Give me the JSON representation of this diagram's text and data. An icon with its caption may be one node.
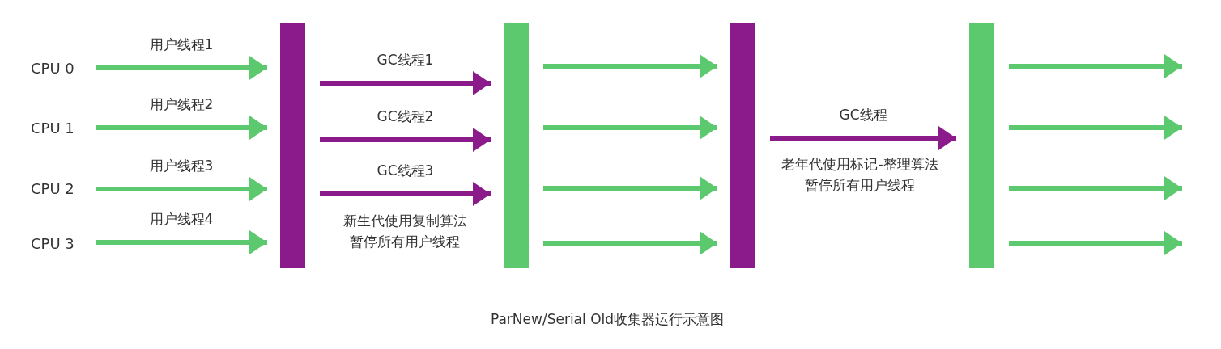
{
  "diagram": {
    "caption": "ParNew/Serial Old收集器运行示意图",
    "nodes": [
      {
        "text": [
          "CPU 0"
        ]
      },
      {
        "text": [
          "CPU 1"
        ]
      },
      {
        "text": [
          "CPU 2"
        ]
      },
      {
        "text": [
          "CPU 3"
        ]
      },
      {
        "text": [],
        "shape": "bar"
      },
      {
        "text": [],
        "shape": "bar"
      },
      {
        "text": [],
        "shape": "bar"
      },
      {
        "text": [],
        "shape": "bar"
      }
    ],
    "edges": [
      {
        "from": 0,
        "to": 4,
        "arrow": "to",
        "label": "用户线程1"
      },
      {
        "from": 1,
        "to": 4,
        "arrow": "to",
        "label": "用户线程2"
      },
      {
        "from": 2,
        "to": 4,
        "arrow": "to",
        "label": "用户线程3"
      },
      {
        "from": 3,
        "to": 4,
        "arrow": "to",
        "label": "用户线程4"
      },
      {
        "from": 4,
        "to": 5,
        "arrow": "to",
        "label": "GC线程1",
        "color": "#8b1a8b"
      },
      {
        "from": 4,
        "to": 5,
        "arrow": "to",
        "label": "GC线程2",
        "color": "#8b1a8b"
      },
      {
        "from": 4,
        "to": 5,
        "arrow": "to",
        "label": "GC线程3",
        "color": "#8b1a8b"
      },
      {
        "from": 5,
        "to": 6,
        "arrow": "to"
      },
      {
        "from": 5,
        "to": 6,
        "arrow": "to"
      },
      {
        "from": 5,
        "to": 6,
        "arrow": "to"
      },
      {
        "from": 5,
        "to": 6,
        "arrow": "to"
      },
      {
        "from": 6,
        "to": 7,
        "arrow": "to",
        "label": "GC线程",
        "color": "#8b1a8b"
      },
      {
        "from": 7,
        "to": null,
        "arrow": "to"
      },
      {
        "from": 7,
        "to": null,
        "arrow": "to"
      },
      {
        "from": 7,
        "to": null,
        "arrow": "to"
      },
      {
        "from": 7,
        "to": null,
        "arrow": "to"
      }
    ],
    "labels": [
      "新生代使用复制算法",
      "暂停所有用户线程",
      "老年代使用标记-整理算法",
      "暂停所有用户线程"
    ]
  }
}
